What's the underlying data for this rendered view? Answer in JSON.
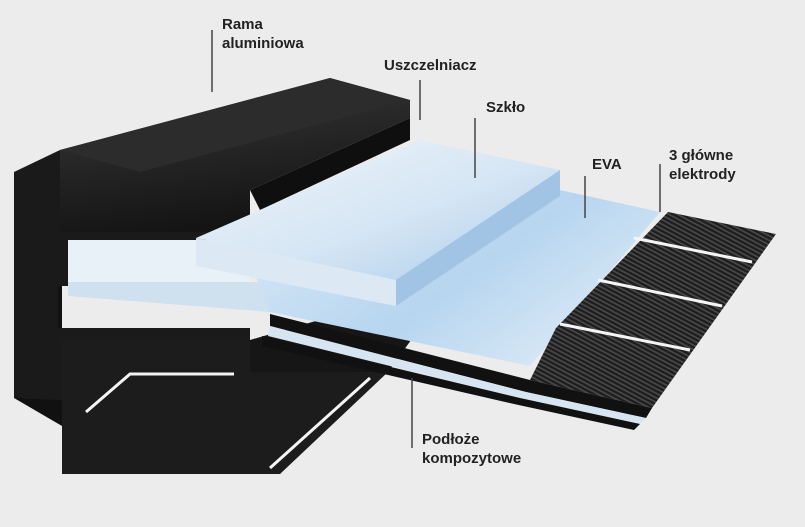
{
  "labels": {
    "frame_line1": "Rama",
    "frame_line2": "aluminiowa",
    "sealant": "Uszczelniacz",
    "glass": "Szkło",
    "eva": "EVA",
    "electrodes_line1": "3 główne",
    "electrodes_line2": "elektrody",
    "substrate_line1": "Podłoże",
    "substrate_line2": "kompozytowe"
  },
  "colors": {
    "background": "#ececec",
    "frame": "#1f1f1f",
    "glass": "#cfe2f2",
    "eva": "#b8d6f0",
    "cells": "#2a2a2a",
    "electrode": "#f2f2f2",
    "leader_line": "#444444"
  }
}
